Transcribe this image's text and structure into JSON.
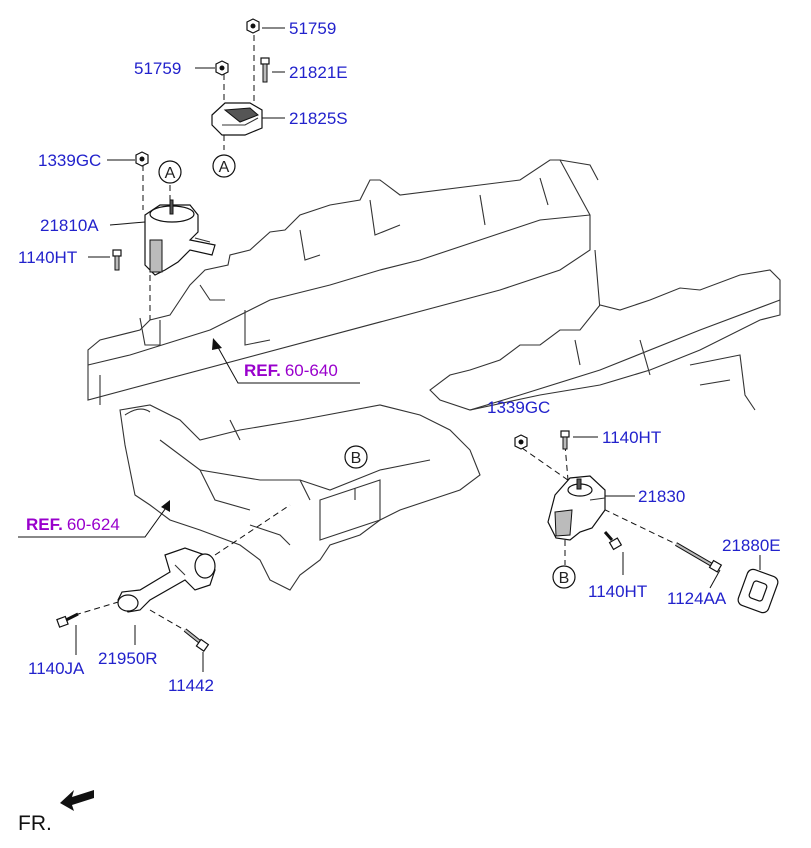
{
  "diagram": {
    "part_labels": {
      "p51759_top": "51759",
      "p51759_left": "51759",
      "p21821E": "21821E",
      "p21825S": "21825S",
      "p1339GC_top": "1339GC",
      "p21810A": "21810A",
      "p1140HT_left": "1140HT",
      "p1339GC_right": "1339GC",
      "p1140HT_right_top": "1140HT",
      "p21830": "21830",
      "p21880E": "21880E",
      "p1140HT_right_bottom": "1140HT",
      "p1124AA": "1124AA",
      "p1140JA": "1140JA",
      "p21950R": "21950R",
      "p11442": "11442"
    },
    "references": {
      "ref1": {
        "prefix": "REF.",
        "number": "60-640"
      },
      "ref2": {
        "prefix": "REF.",
        "number": "60-624"
      }
    },
    "callouts": {
      "a_top": "A",
      "a_mount": "A",
      "b_frame": "B",
      "b_mount": "B"
    },
    "direction": {
      "label": "FR."
    }
  }
}
